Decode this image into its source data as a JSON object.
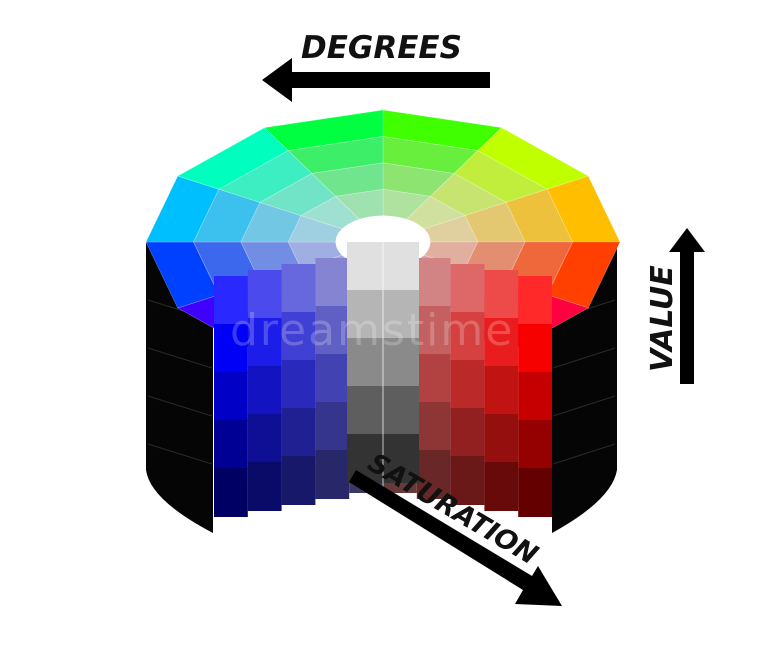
{
  "labels": {
    "degrees": "DEGREES",
    "value": "VALUE",
    "saturation": "SATURATION"
  },
  "watermark": "dreamstime",
  "model": {
    "hue_sectors": 12,
    "saturation_rings": 5,
    "value_bands": 5,
    "cutaway": "front quadrant removed, exposing saturation and value gradients"
  },
  "colors": {
    "background": "#ffffff",
    "arrow": "#000000",
    "side": "#0b0b0b"
  }
}
